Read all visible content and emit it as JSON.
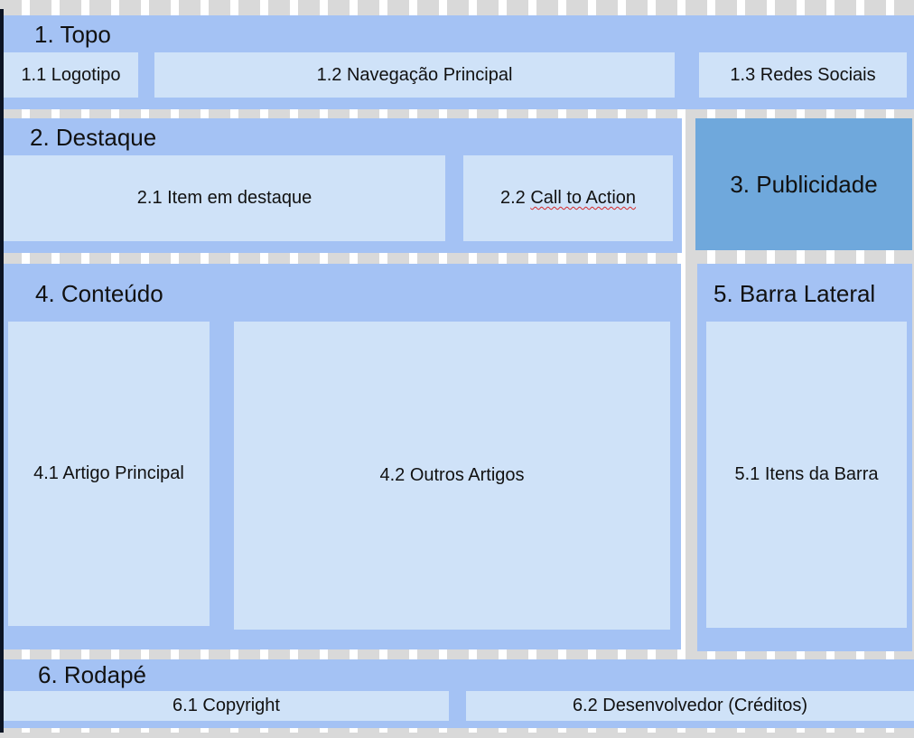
{
  "topo": {
    "title": "1. Topo",
    "logotipo": "1.1 Logotipo",
    "navegacao": "1.2 Navegação Principal",
    "redes": "1.3 Redes Sociais"
  },
  "destaque": {
    "title": "2. Destaque",
    "item": "2.1 Item em destaque",
    "cta_prefix": "2.2 ",
    "cta": "Call to Action"
  },
  "publicidade": {
    "title": "3. Publicidade"
  },
  "conteudo": {
    "title": "4. Conteúdo",
    "artigo": "4.1 Artigo Principal",
    "outros": "4.2 Outros Artigos"
  },
  "barra_lateral": {
    "title": "5. Barra Lateral",
    "itens": "5.1 Itens da Barra"
  },
  "rodape": {
    "title": "6. Rodapé",
    "copyright": "6.1 Copyright",
    "creditos": "6.2 Desenvolvedor (Créditos)"
  },
  "colors": {
    "band": "#a4c2f4",
    "box": "#cfe2f8",
    "ad": "#6fa8dc",
    "stripe": "#d9d9d9"
  }
}
